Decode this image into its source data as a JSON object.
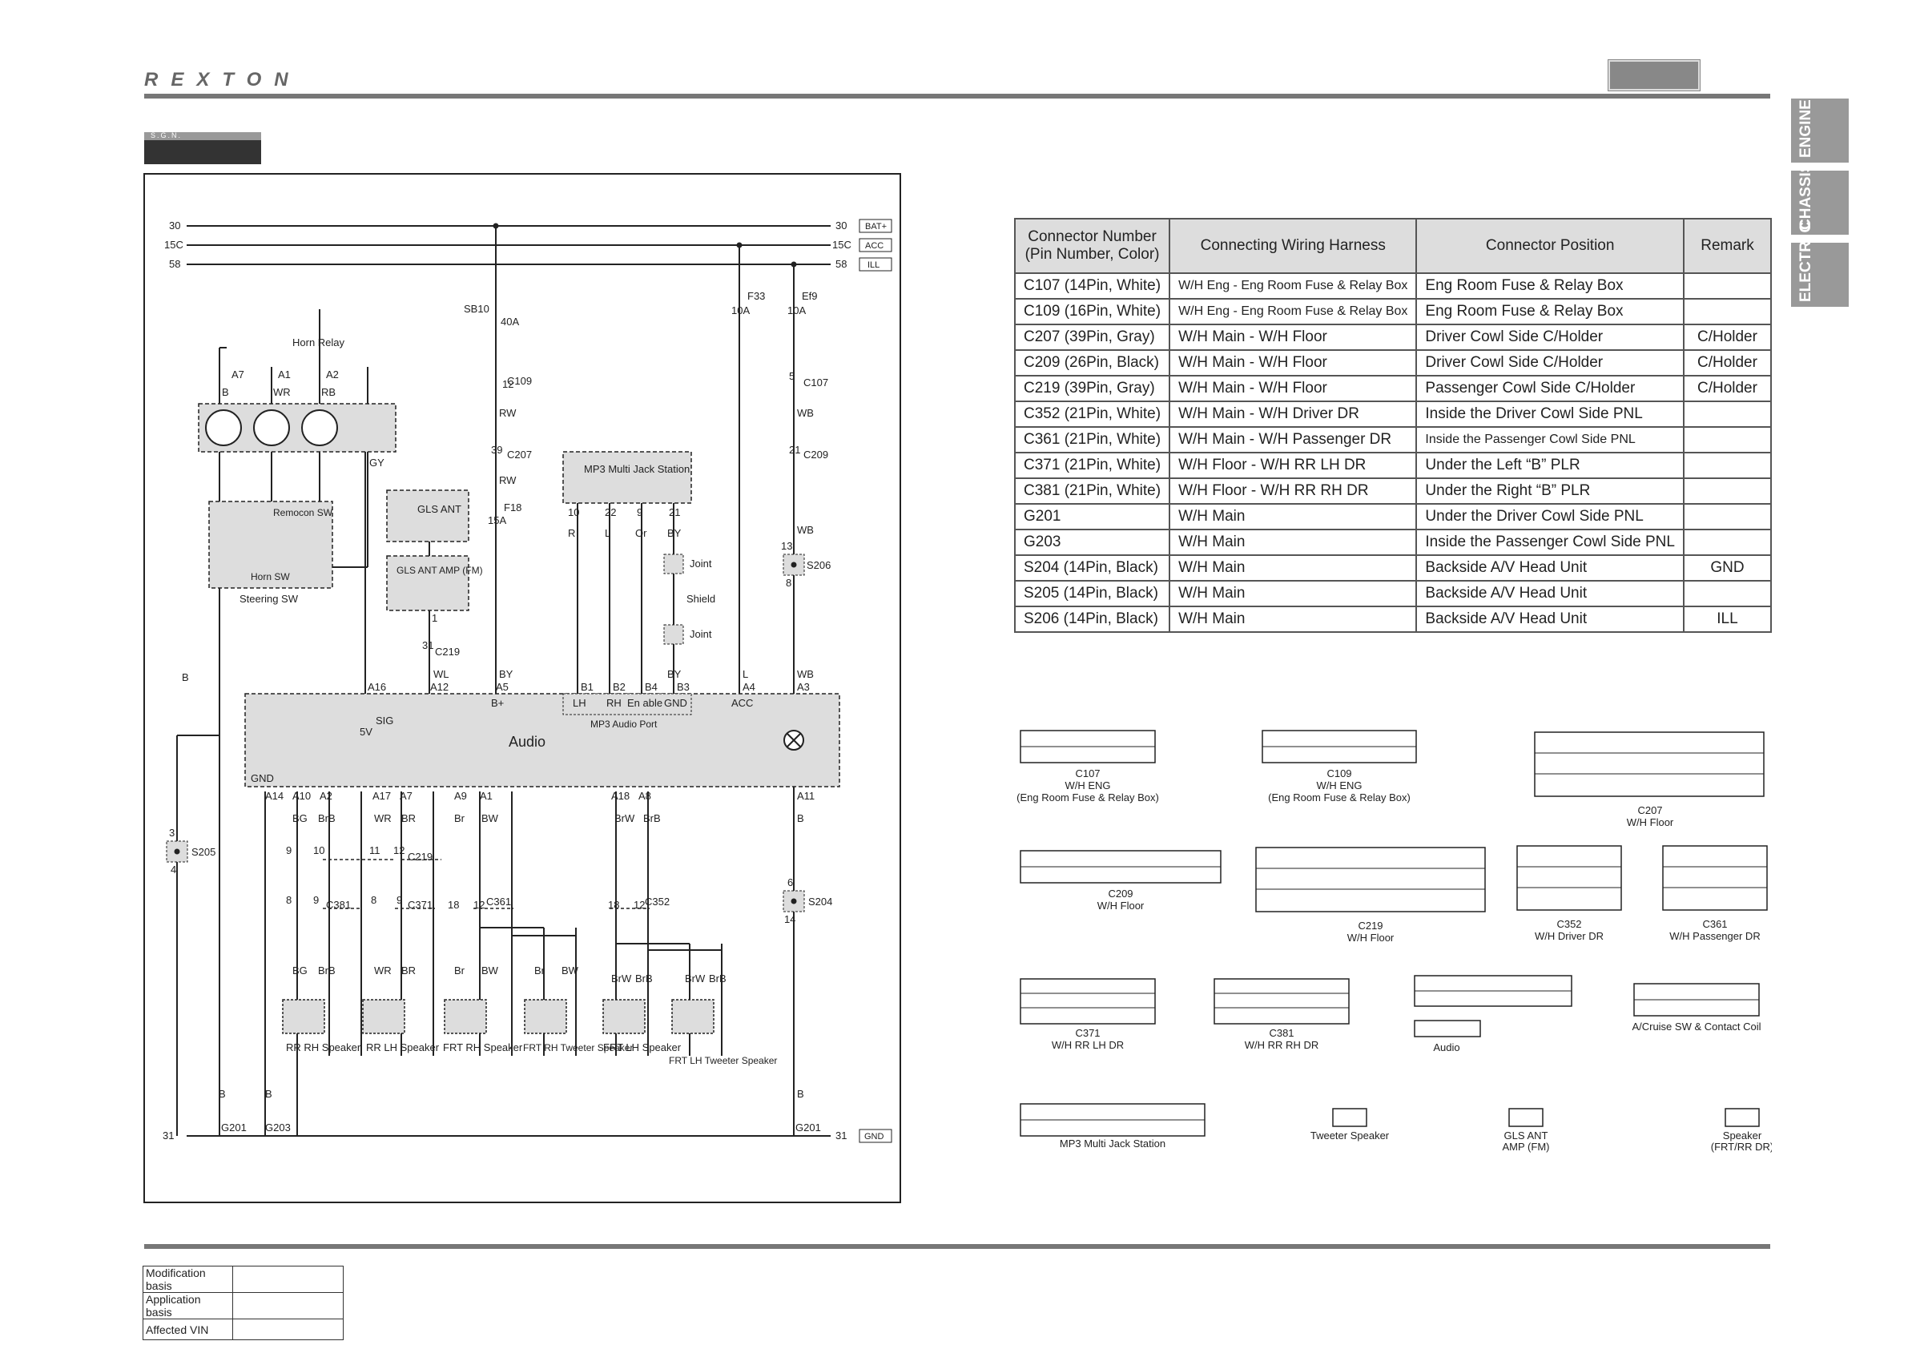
{
  "header": {
    "brand": "REXTON",
    "sgn_label": "S.G.N."
  },
  "side_tabs": [
    "ENGINE",
    "CHASSIS",
    "ELECTRI C"
  ],
  "connector_table": {
    "headers": [
      "Connector Number (Pin Number, Color)",
      "Connecting Wiring Harness",
      "Connector Position",
      "Remark"
    ],
    "rows": [
      [
        "C107 (14Pin, White)",
        "W/H Eng - Eng Room Fuse & Relay Box",
        "Eng Room Fuse & Relay Box",
        ""
      ],
      [
        "C109 (16Pin, White)",
        "W/H Eng - Eng Room Fuse & Relay Box",
        "Eng Room Fuse & Relay Box",
        ""
      ],
      [
        "C207 (39Pin, Gray)",
        "W/H Main - W/H Floor",
        "Driver Cowl Side C/Holder",
        "C/Holder"
      ],
      [
        "C209 (26Pin, Black)",
        "W/H Main - W/H Floor",
        "Driver Cowl Side C/Holder",
        "C/Holder"
      ],
      [
        "C219 (39Pin, Gray)",
        "W/H Main - W/H Floor",
        "Passenger Cowl Side C/Holder",
        "C/Holder"
      ],
      [
        "C352 (21Pin, White)",
        "W/H Main - W/H Driver DR",
        "Inside the Driver Cowl Side PNL",
        ""
      ],
      [
        "C361 (21Pin, White)",
        "W/H Main - W/H Passenger DR",
        "Inside the Passenger Cowl Side PNL",
        ""
      ],
      [
        "C371 (21Pin, White)",
        "W/H Floor - W/H RR LH DR",
        "Under the Left “B” PLR",
        ""
      ],
      [
        "C381 (21Pin, White)",
        "W/H Floor - W/H RR RH DR",
        "Under the Right “B” PLR",
        ""
      ],
      [
        "G201",
        "W/H Main",
        "Under the Driver Cowl Side PNL",
        ""
      ],
      [
        "G203",
        "W/H Main",
        "Inside the Passenger Cowl Side PNL",
        ""
      ],
      [
        "S204 (14Pin, Black)",
        "W/H Main",
        "Backside A/V Head Unit",
        "GND"
      ],
      [
        "S205 (14Pin, Black)",
        "W/H Main",
        "Backside A/V Head Unit",
        ""
      ],
      [
        "S206 (14Pin, Black)",
        "W/H Main",
        "Backside A/V Head Unit",
        "ILL"
      ]
    ]
  },
  "diagram": {
    "power_lines": [
      {
        "left": "30",
        "right": "30",
        "tag": "BAT+"
      },
      {
        "left": "15C",
        "right": "15C",
        "tag": "ACC"
      },
      {
        "left": "58",
        "right": "58",
        "tag": "ILL"
      }
    ],
    "ground": {
      "left": "31",
      "right": "31",
      "tag": "GND",
      "g1": "G201",
      "g2": "G203",
      "g3": "G201"
    },
    "fuses": {
      "sb10": "SB10",
      "sb10_amp": "40A",
      "f33": "F33",
      "f33_amp": "10A",
      "ef9": "Ef9",
      "ef9_amp": "10A",
      "f18": "F18",
      "f18_amp": "15A"
    },
    "horn": {
      "relay": "Horn Relay",
      "a7": "A7",
      "a1": "A1",
      "a2": "A2",
      "b": "B",
      "wr": "WR",
      "rb": "RB",
      "remocon": "Remocon SW",
      "horn_sw": "Horn SW",
      "steering": "Steering SW",
      "gy": "GY"
    },
    "wires": {
      "c109_pin": "12",
      "c109": "C109",
      "rw1": "RW",
      "c207_pin": "39",
      "c207": "C207",
      "rw2": "RW",
      "c107_pin": "5",
      "c107": "C107",
      "wb1": "WB",
      "c209_pin": "21",
      "c209": "C209",
      "wb2": "WB",
      "s206_13": "13",
      "s206": "S206",
      "s206_8": "8",
      "wb3": "WB",
      "c219_pin": "31",
      "c219": "C219",
      "wl": "WL",
      "by": "BY",
      "l": "L",
      "wb4": "WB"
    },
    "gls": {
      "ant": "GLS ANT",
      "amp": "GLS ANT AMP (FM)",
      "pin1": "1"
    },
    "mp3": {
      "station": "MP3 Multi Jack Station",
      "p10": "10",
      "p22": "22",
      "p9": "9",
      "p21": "21",
      "r": "R",
      "l": "L",
      "or": "Or",
      "by": "BY",
      "joint1": "Joint",
      "shield": "Shield",
      "joint2": "Joint",
      "by2": "BY"
    },
    "audio": {
      "title": "Audio",
      "a16": "A16",
      "sig": "SIG",
      "v5": "5V",
      "a12": "A12",
      "a5": "A5",
      "bplus": "B+",
      "b1": "B1",
      "b2": "B2",
      "b4": "B4",
      "b3": "B3",
      "lh": "LH",
      "rh": "RH",
      "enable": "En able",
      "gnd_p": "GND",
      "port": "MP3 Audio Port",
      "a4": "A4",
      "acc": "ACC",
      "a3": "A3",
      "gnd": "GND",
      "b_left": "B",
      "a14": "A14",
      "a10": "A10",
      "a2": "A2",
      "a17": "A17",
      "a7": "A7",
      "a9": "A9",
      "a1": "A1",
      "a18": "A18",
      "a8": "A8",
      "a11": "A11",
      "b_right": "B"
    },
    "s205": {
      "p3": "3",
      "name": "S205",
      "p4": "4"
    },
    "s204": {
      "p6": "6",
      "name": "S204",
      "p14": "14"
    },
    "speaker_wires": {
      "bg": "BG",
      "brb": "BrB",
      "wr": "WR",
      "br": "BR",
      "br2": "Br",
      "bw": "BW",
      "brw": "BrW",
      "brb2": "BrB",
      "c219_pins": [
        "9",
        "10",
        "11",
        "12"
      ],
      "c219": "C219",
      "c381_pins": [
        "8",
        "9"
      ],
      "c381": "C381",
      "c371_pins": [
        "8",
        "9"
      ],
      "c371": "C371",
      "c361_pins": [
        "18",
        "12"
      ],
      "c361": "C361",
      "c352_pins": [
        "18",
        "12"
      ],
      "c352": "C352"
    },
    "speakers": [
      {
        "name": "RR RH Speaker",
        "w1": "BG",
        "w2": "BrB"
      },
      {
        "name": "RR LH Speaker",
        "w1": "WR",
        "w2": "BR"
      },
      {
        "name": "FRT RH Speaker",
        "w1": "Br",
        "w2": "BW"
      },
      {
        "name": "FRT RH Tweeter Speaker",
        "w1": "Br",
        "w2": "BW"
      },
      {
        "name": "FRT LH Speaker",
        "w1": "BrW",
        "w2": "BrB"
      },
      {
        "name": "FRT LH Tweeter Speaker",
        "w1": "BrW",
        "w2": "BrB"
      }
    ],
    "bottom_b": [
      "B",
      "B",
      "B"
    ]
  },
  "connectors": [
    {
      "name": "C107",
      "desc": "W/H ENG",
      "desc2": "(Eng Room Fuse & Relay Box)"
    },
    {
      "name": "C109",
      "desc": "W/H ENG",
      "desc2": "(Eng Room Fuse & Relay Box)"
    },
    {
      "name": "C207",
      "desc": "W/H Floor",
      "desc2": ""
    },
    {
      "name": "C209",
      "desc": "W/H Floor",
      "desc2": ""
    },
    {
      "name": "C219",
      "desc": "W/H Floor",
      "desc2": ""
    },
    {
      "name": "C352",
      "desc": "W/H Driver DR",
      "desc2": ""
    },
    {
      "name": "C361",
      "desc": "W/H Passenger DR",
      "desc2": ""
    },
    {
      "name": "C371",
      "desc": "W/H RR LH DR",
      "desc2": ""
    },
    {
      "name": "C381",
      "desc": "W/H RR RH DR",
      "desc2": ""
    },
    {
      "name": "Audio",
      "desc": "",
      "desc2": ""
    },
    {
      "name": "A/Cruise SW & Contact Coil",
      "desc": "",
      "desc2": ""
    },
    {
      "name": "MP3 Multi Jack Station",
      "desc": "",
      "desc2": ""
    },
    {
      "name": "Tweeter Speaker",
      "desc": "",
      "desc2": ""
    },
    {
      "name": "GLS ANT",
      "desc": "AMP (FM)",
      "desc2": ""
    },
    {
      "name": "Speaker",
      "desc": "(FRT/RR DR)",
      "desc2": ""
    }
  ],
  "footer": {
    "rows": [
      "Modification basis",
      "Application basis",
      "Affected VIN"
    ]
  }
}
